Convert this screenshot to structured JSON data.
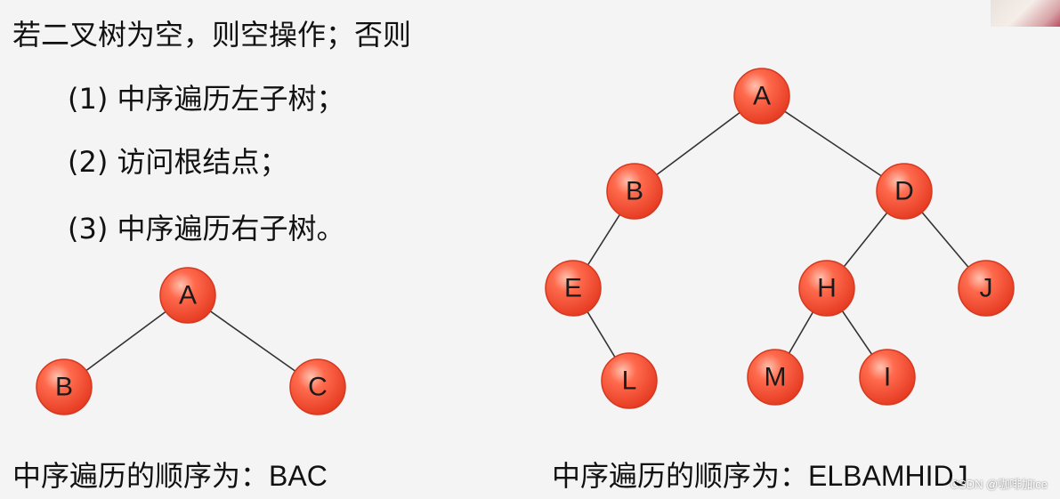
{
  "heading": "若二叉树为空，则空操作；否则",
  "steps": [
    "(1) 中序遍历左子树；",
    "(2) 访问根结点；",
    "(3) 中序遍历右子树。"
  ],
  "small_tree": {
    "nodes": [
      "A",
      "B",
      "C"
    ],
    "caption_prefix": "中序遍历的顺序为：",
    "caption_sequence": "BAC"
  },
  "large_tree": {
    "nodes": [
      "A",
      "B",
      "D",
      "E",
      "H",
      "J",
      "L",
      "M",
      "I"
    ],
    "caption_prefix": "中序遍历的顺序为：",
    "caption_sequence": "ELBAMHIDJ"
  },
  "watermark": "CSDN @咖啡加ice",
  "colors": {
    "node_fill": "#ef4b33",
    "node_highlight": "#ffb39e",
    "node_stroke": "#c93018",
    "edge": "#333333",
    "background": "#f4f4f4"
  }
}
